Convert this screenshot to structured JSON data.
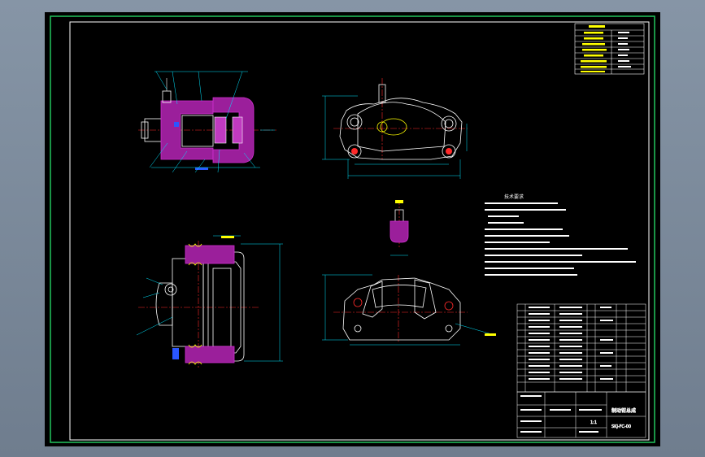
{
  "colors": {
    "background": "#000000",
    "frame": "#22c55e",
    "border": "#ffffff",
    "dimension": "#00e5ff",
    "hatch": "#d02fd0",
    "centerline": "#ff2a2a",
    "part_outline": "#ffffff",
    "label": "#ffff00"
  },
  "title_block": {
    "drawing_title": "制动钳总成",
    "drawing_number": "SKJ-FC-00",
    "scale": "1:1"
  },
  "views": {
    "top_left": "section-view",
    "top_right": "front-view",
    "middle_small": "detail-view",
    "bottom_left": "side-view",
    "bottom_right": "bottom-view"
  },
  "notes": {
    "heading": "技术要求"
  }
}
